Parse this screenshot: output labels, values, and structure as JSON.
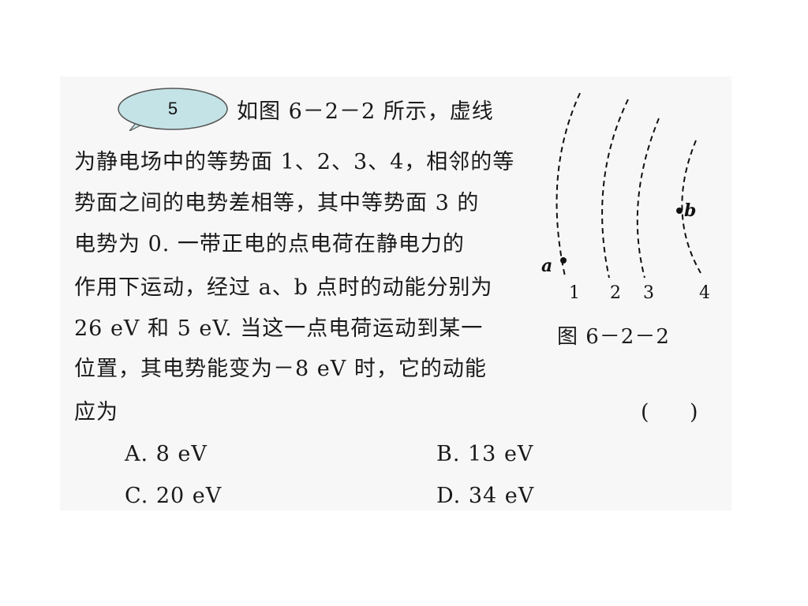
{
  "question": {
    "number": "5",
    "lines": [
      "如图 6－2－2 所示，虚线",
      "为静电场中的等势面 1、2、3、4，相邻的等",
      "势面之间的电势差相等，其中等势面 3 的",
      "电势为 0. 一带正电的点电荷在静电力的",
      "作用下运动，经过 a、b 点时的动能分别为",
      "26 eV 和 5 eV. 当这一点电荷运动到某一",
      "位置，其电势能变为－8 eV 时，它的动能",
      "应为"
    ],
    "answer_bracket": "(      )"
  },
  "options": {
    "a": "A. 8 eV",
    "b": "B. 13 eV",
    "c": "C. 20 eV",
    "d": "D. 34 eV"
  },
  "figure": {
    "caption": "图 6－2－2",
    "surface_labels": [
      "1",
      "2",
      "3",
      "4"
    ],
    "point_a": "a",
    "point_b": "b"
  },
  "colors": {
    "badge_fill": "#c4e3e6",
    "badge_stroke": "#555555",
    "panel_bg": "#f7f7f7"
  }
}
